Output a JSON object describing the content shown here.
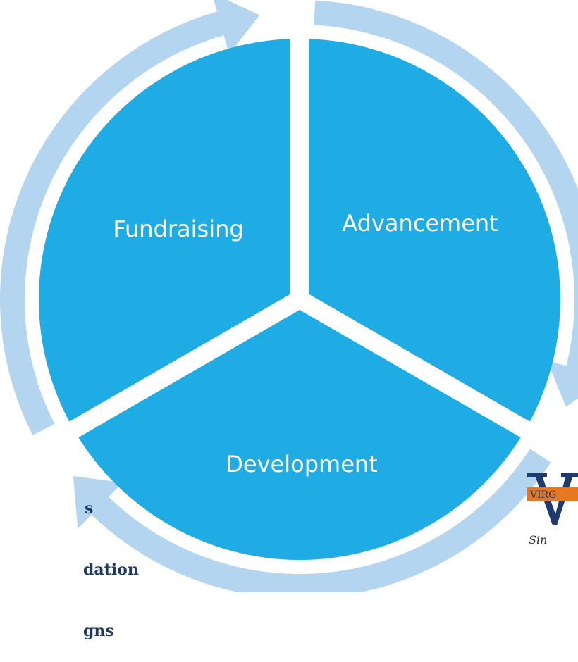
{
  "diagram": {
    "type": "cycle",
    "segments": [
      {
        "label": "Advancement"
      },
      {
        "label": "Development"
      },
      {
        "label": "Fundraising"
      }
    ],
    "colors": {
      "segment_fill": "#1fabe3",
      "arrow_fill": "#b3d5ef",
      "side_text": "#1f3864",
      "logo_orange": "#e87722",
      "logo_navy": "#1f3a6e"
    }
  },
  "side_text": {
    "lines": [
      "s",
      "dation",
      "gns"
    ]
  },
  "logo": {
    "icon": "virginia-v-logo",
    "text": "VIRG",
    "script": "Sin"
  }
}
